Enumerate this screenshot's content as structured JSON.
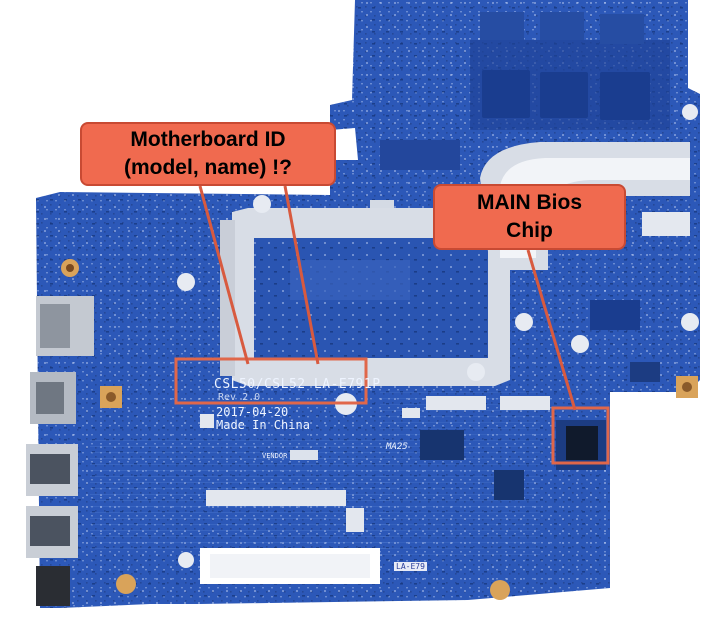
{
  "annotations": {
    "motherboard_id": {
      "line1": "Motherboard ID",
      "line2": "(model, name) !?"
    },
    "bios_chip": {
      "line1": "MAIN Bios",
      "line2": "Chip"
    }
  },
  "board_silkscreen": {
    "model": "CSL50/CSL52  LA-E791P",
    "revision": "Rev 2.0",
    "date": "2017-04-20",
    "origin": "Made In China",
    "vendor": "VENDOR",
    "marking": "MA25",
    "la_short": "LA-E79"
  },
  "colors": {
    "board_blue": "#2c58b8",
    "board_dark": "#1f4296",
    "board_light": "#4a76cc",
    "callout_fill": "#f06a4f",
    "highlight_box": "#e0674a",
    "pointer_line": "#d85a3f",
    "heatsink_pad": "#d8dde6",
    "gold_pad": "#d9a35a"
  }
}
